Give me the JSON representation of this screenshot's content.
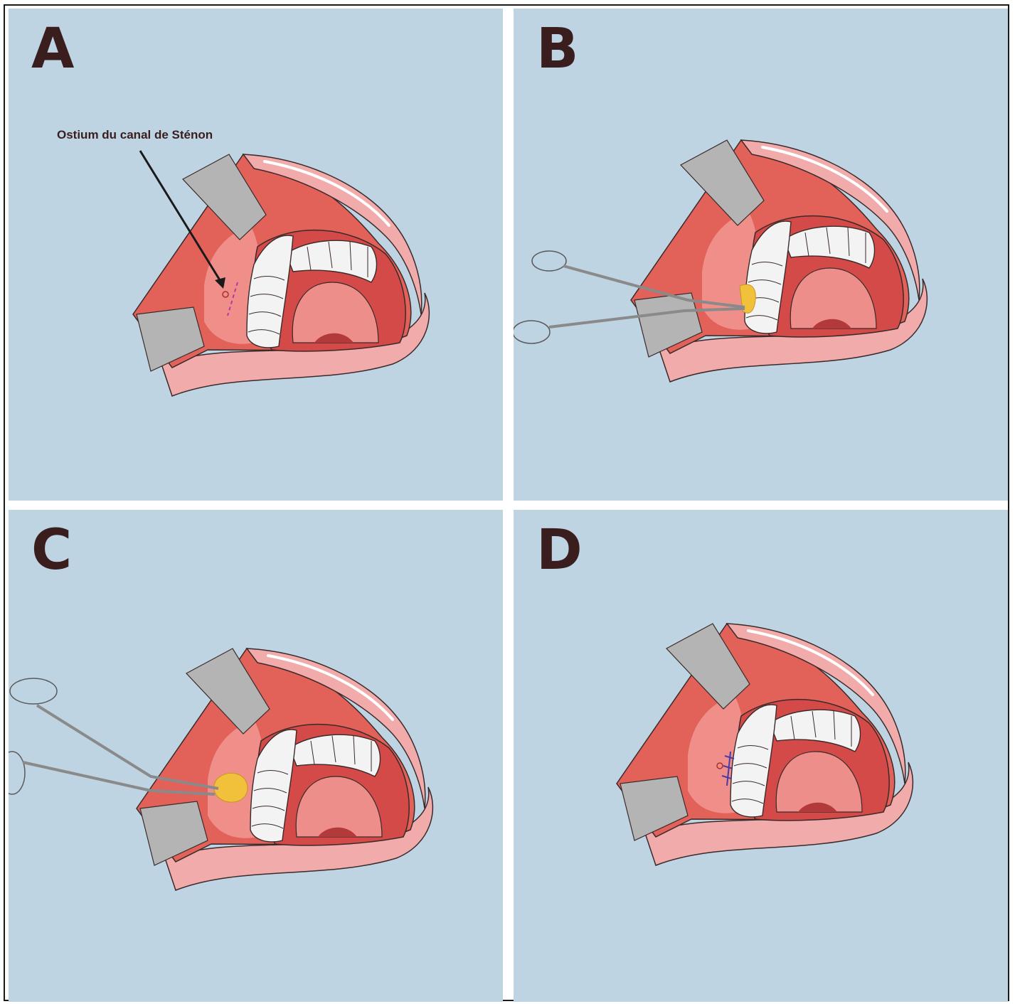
{
  "panels": [
    {
      "letter": "A",
      "callout": "Ostium du canal de Sténon"
    },
    {
      "letter": "B"
    },
    {
      "letter": "C"
    },
    {
      "letter": "D"
    }
  ],
  "colors": {
    "background": "#bfd4e3",
    "mucosa": "#e2625a",
    "lip": "#f2abab",
    "retractor": "#b4b4b4",
    "teeth": "#f3f3f3",
    "fat_graft": "#f2c13c",
    "suture": "#4a3aa8",
    "incision": "#b03aa8",
    "instrument": "#a8a8a8"
  }
}
